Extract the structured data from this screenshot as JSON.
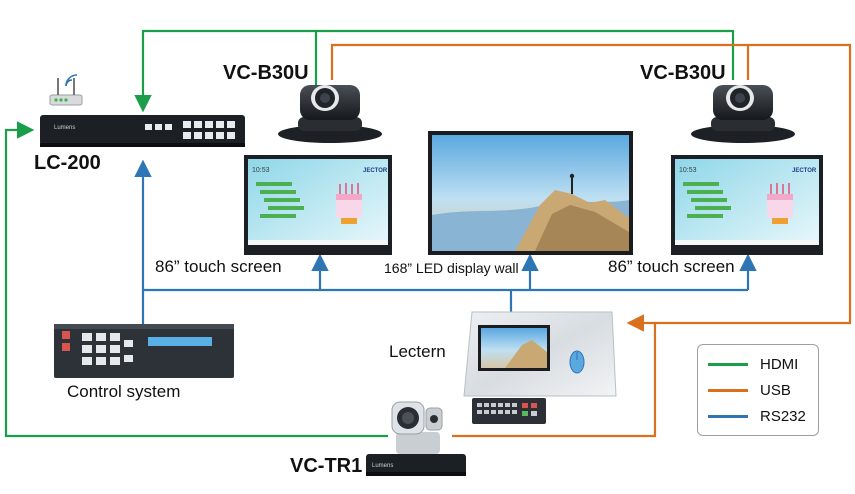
{
  "colors": {
    "hdmi": "#1a9e4a",
    "usb": "#d9701e",
    "rs232": "#2e75b6"
  },
  "devices": {
    "camera_left": {
      "label": "VC-B30U"
    },
    "camera_right": {
      "label": "VC-B30U"
    },
    "switcher": {
      "label": "LC-200",
      "brand": "Lumens"
    },
    "touch_left": {
      "label": "86”  touch screen",
      "screen_time": "10:53",
      "screen_brand": "JECTOR"
    },
    "touch_right": {
      "label": "86”  touch screen",
      "screen_time": "10:53",
      "screen_brand": "JECTOR"
    },
    "wall": {
      "label": "168” LED display wall"
    },
    "lectern": {
      "label": "Lectern"
    },
    "control": {
      "label": "Control system"
    },
    "tracker": {
      "label": "VC-TR1",
      "brand": "Lumens"
    },
    "router": {
      "name": "wifi-router"
    }
  },
  "legend": [
    {
      "label": "HDMI",
      "color_key": "hdmi"
    },
    {
      "label": "USB",
      "color_key": "usb"
    },
    {
      "label": "RS232",
      "color_key": "rs232"
    }
  ]
}
